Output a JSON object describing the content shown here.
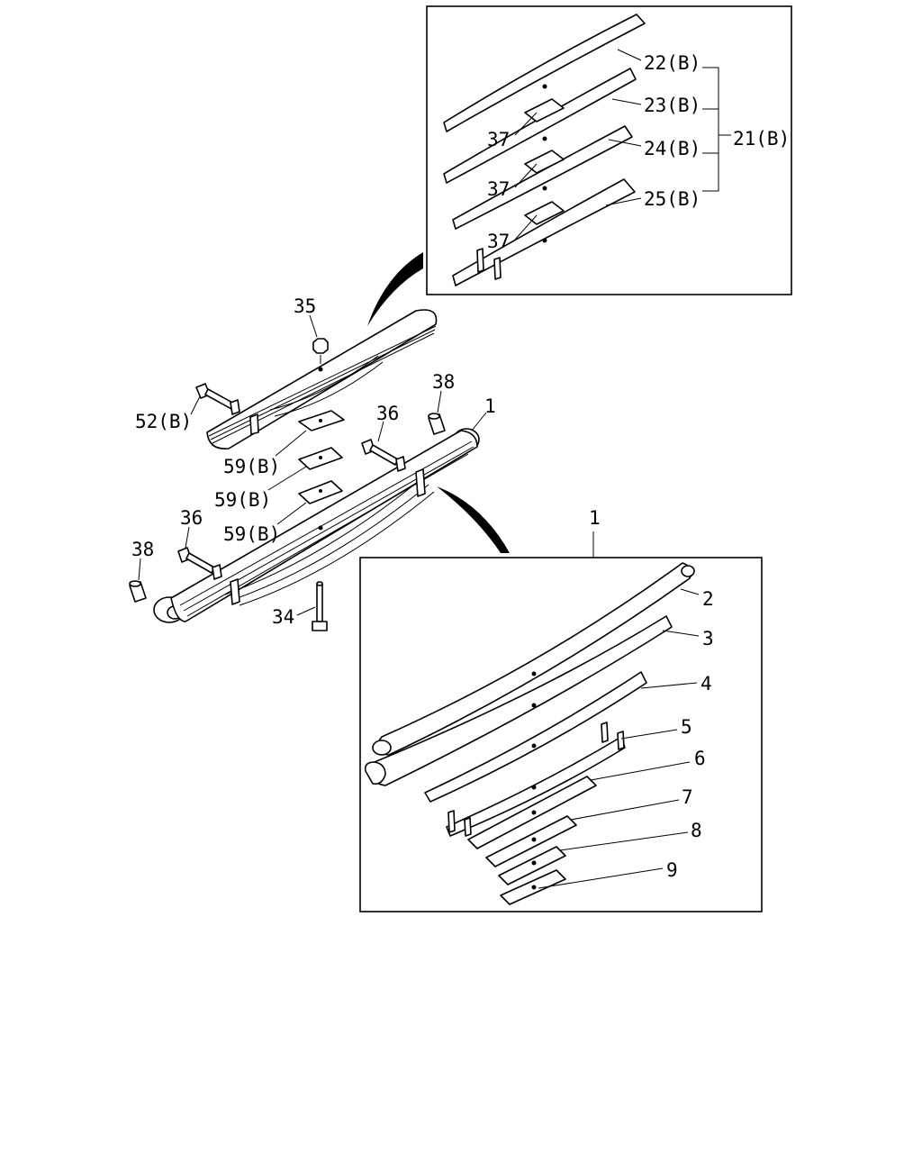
{
  "callouts": {
    "c22b": "22(B)",
    "c23b": "23(B)",
    "c24b": "24(B)",
    "c25b": "25(B)",
    "c21b": "21(B)",
    "c37a": "37",
    "c37b": "37",
    "c37c": "37",
    "c35": "35",
    "c52b": "52(B)",
    "c38a": "38",
    "c36a": "36",
    "c1a": "1",
    "c59a": "59(B)",
    "c59b": "59(B)",
    "c59c": "59(B)",
    "c36b": "36",
    "c38b": "38",
    "c34": "34",
    "c1b": "1",
    "c2": "2",
    "c3": "3",
    "c4": "4",
    "c5": "5",
    "c6": "6",
    "c7": "7",
    "c8": "8",
    "c9": "9"
  }
}
